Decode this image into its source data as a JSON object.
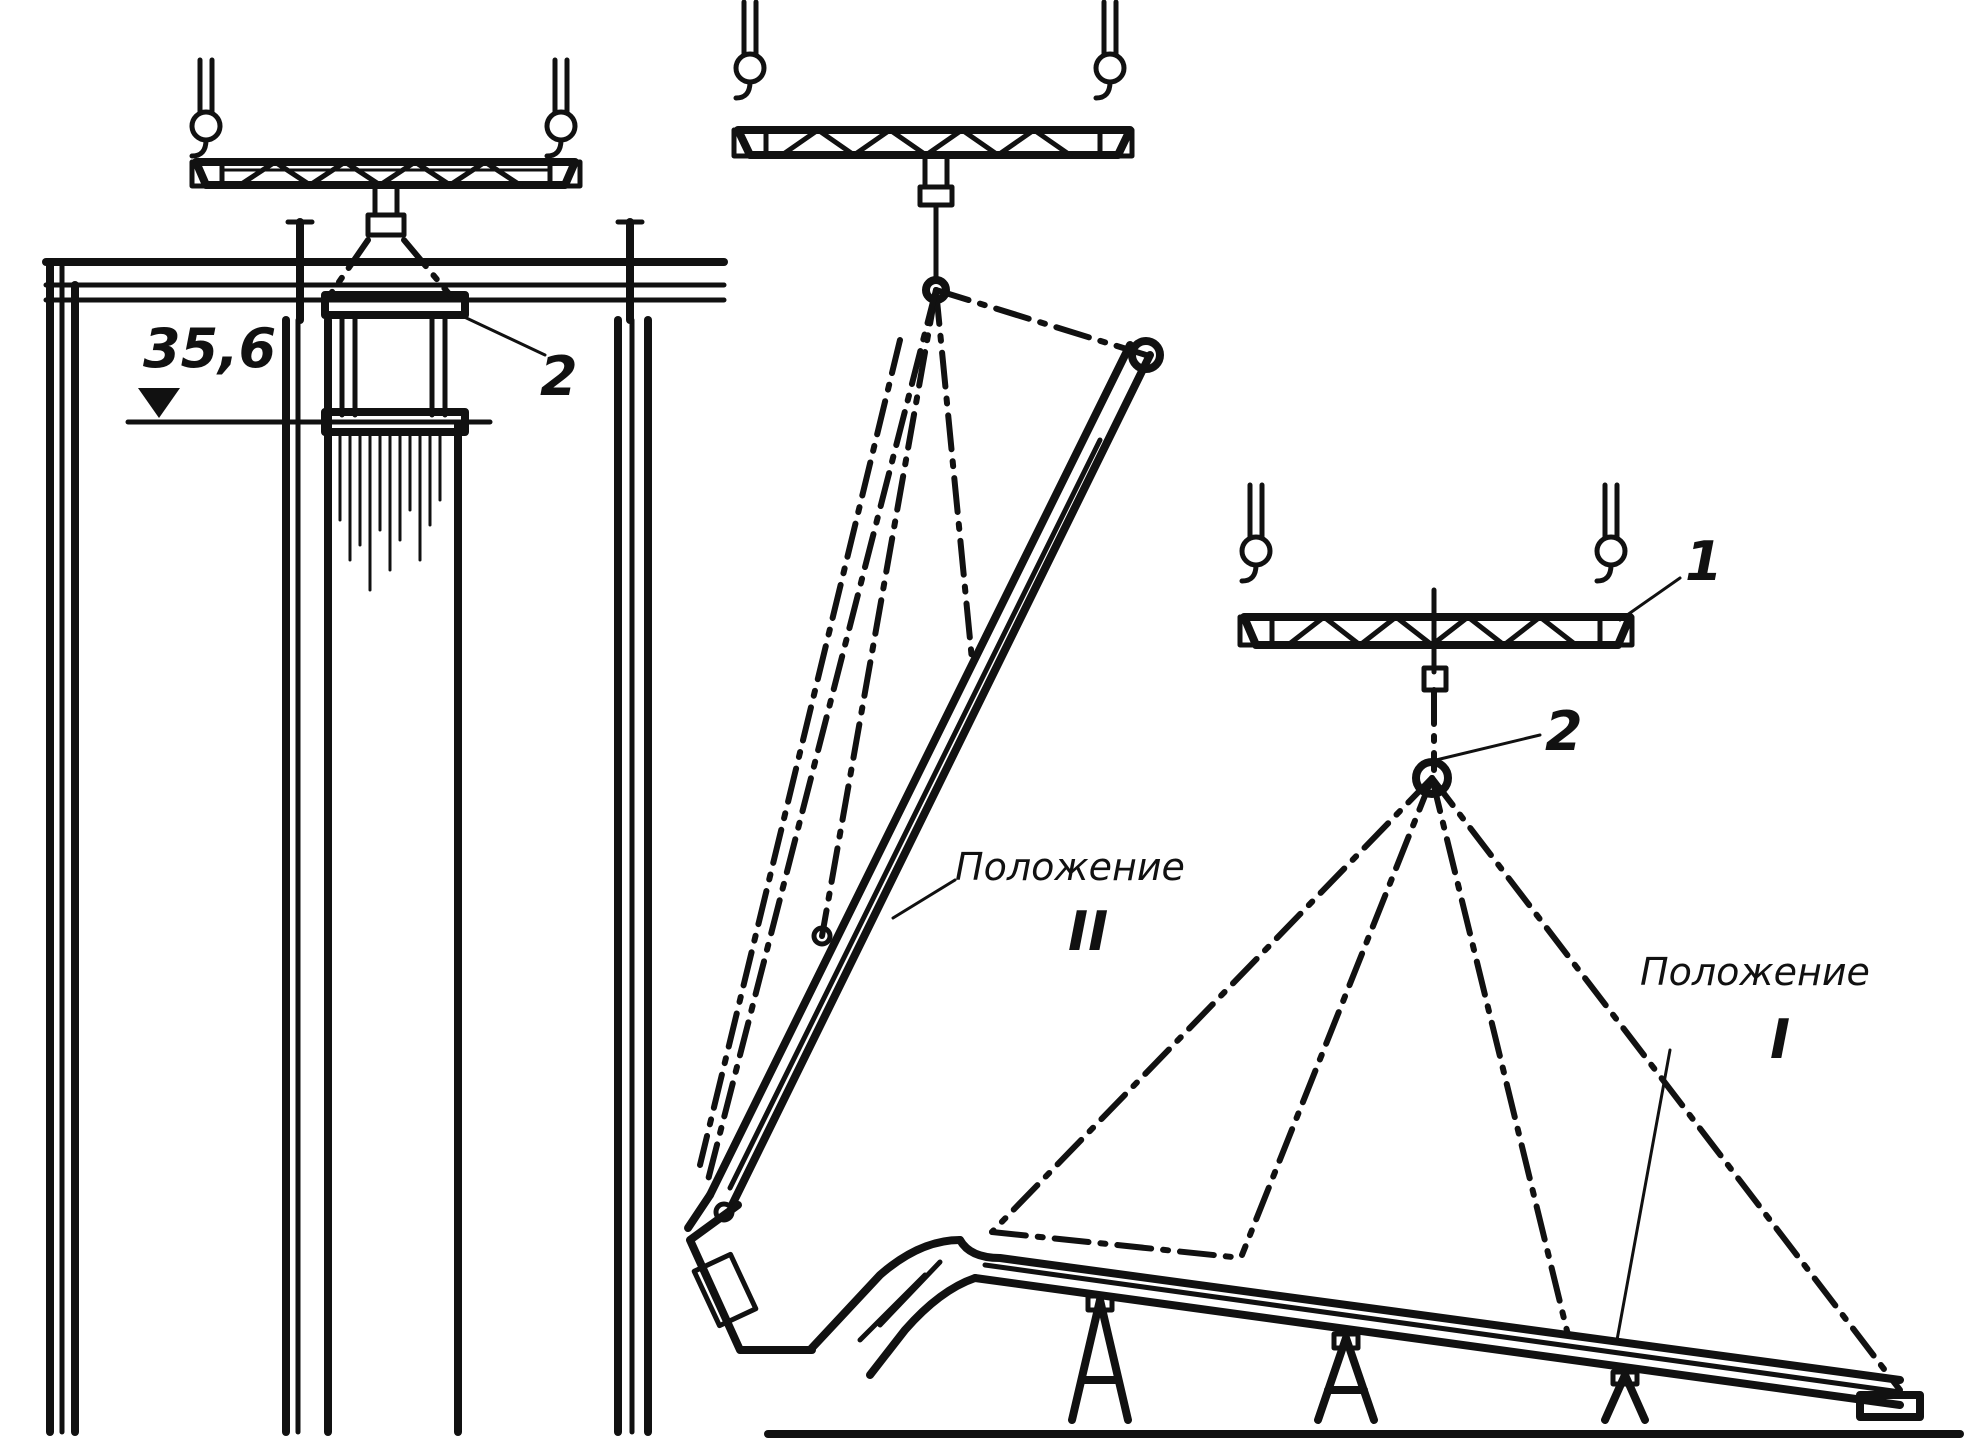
{
  "labels": {
    "elevation": "35,6",
    "callout_2_left": "2",
    "callout_2_right": "2",
    "callout_1": "1",
    "position_2_word": "Положение",
    "position_2_num": "II",
    "position_1_word": "Положение",
    "position_1_num": "I"
  }
}
